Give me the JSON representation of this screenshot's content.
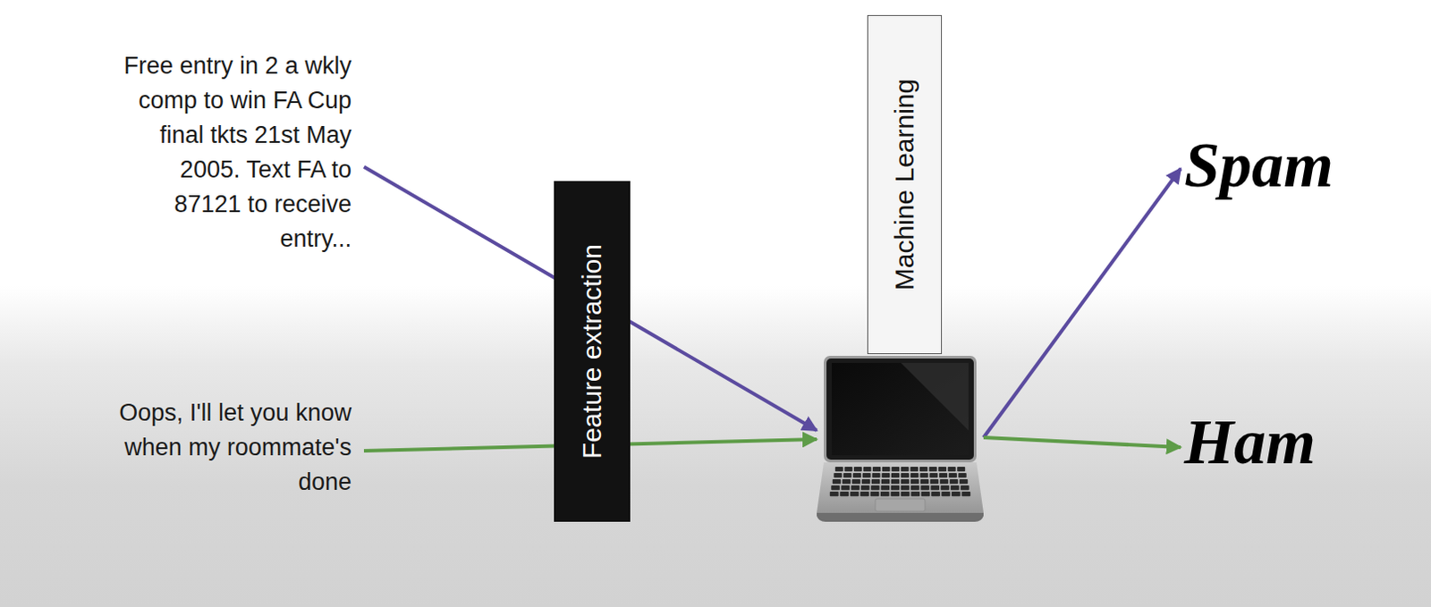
{
  "diagram": {
    "nodes": [
      {
        "text": [
          "Free entry in 2 a wkly comp to win FA Cup final tkts 21st May 2005. Text FA to 87121 to receive entry..."
        ]
      },
      {
        "text": [
          "Oops, I'll let you know when my roommate's done"
        ]
      },
      {
        "text": [
          "Feature extraction"
        ]
      },
      {
        "text": [
          "Machine Learning"
        ]
      },
      {
        "text": [
          "Spam"
        ]
      },
      {
        "text": [
          "Ham"
        ]
      }
    ],
    "edges": [
      {
        "from": 0,
        "to": 3,
        "arrow": "to"
      },
      {
        "from": 1,
        "to": 3,
        "arrow": "to"
      },
      {
        "from": 3,
        "to": 4,
        "arrow": "to"
      },
      {
        "from": 3,
        "to": 5,
        "arrow": "to"
      }
    ]
  }
}
